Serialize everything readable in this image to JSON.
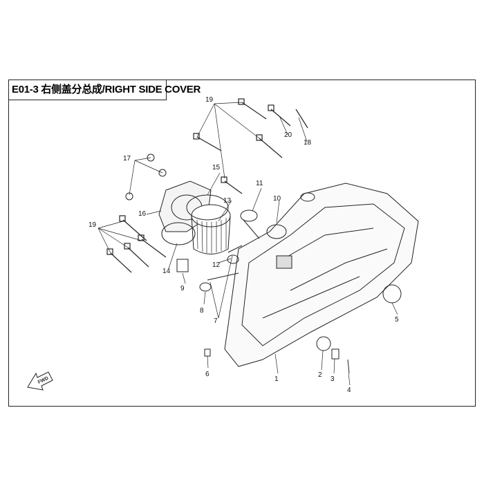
{
  "title": "E01-3  右侧盖分总成/RIGHT SIDE COVER",
  "fwd_text": "FWD",
  "callouts": [
    "19",
    "20",
    "18",
    "17",
    "15",
    "11",
    "16",
    "13",
    "10",
    "19",
    "14",
    "12",
    "9",
    "8",
    "7",
    "5",
    "6",
    "1",
    "2",
    "3",
    "4"
  ]
}
